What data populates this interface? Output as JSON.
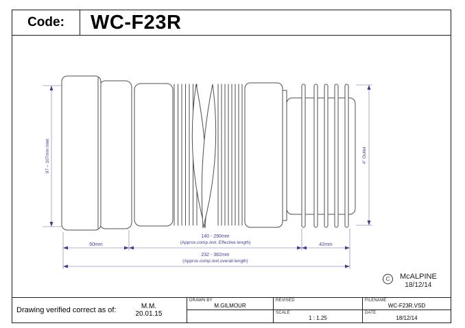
{
  "header": {
    "code_label": "Code:",
    "code_value": "WC-F23R"
  },
  "drawing": {
    "type": "technical-drawing",
    "subject": "flexible WC pan connector, side elevation",
    "dimensions": {
      "inlet": "97 – 107mm Inlet",
      "outlet": "4\" Outlet",
      "inlet_depth": "50mm",
      "effective_length": "140 - 290mm",
      "effective_length_note": "(Approx.comp./ext. Effective length)",
      "outlet_depth": "42mm",
      "overall_length": "232 - 382mm",
      "overall_length_note": "(Approx.comp./ext.overall length)"
    },
    "copyright": {
      "symbol": "C",
      "name": "McALPINE",
      "date": "18/12/14"
    },
    "colors": {
      "outline": "#4d4d4d",
      "dimension_text": "#3c3c9a",
      "dimension_line": "#9595c8",
      "border": "#1a1a1a"
    }
  },
  "title_block": {
    "verified_label": "Drawing verified  correct as of:",
    "verified_initials": "M.M.",
    "verified_date": "20.01.15",
    "drawn_by_label": "DRAWN BY",
    "drawn_by_value": "M.GILMOUR",
    "revised_label": "REVISED",
    "revised_value": "",
    "scale_label": "SCALE",
    "scale_value": "1 : 1.25",
    "filename_label": "FILENAME",
    "filename_value": "WC-F23R.VSD",
    "date_label": "DATE",
    "date_value": "18/12/14"
  }
}
